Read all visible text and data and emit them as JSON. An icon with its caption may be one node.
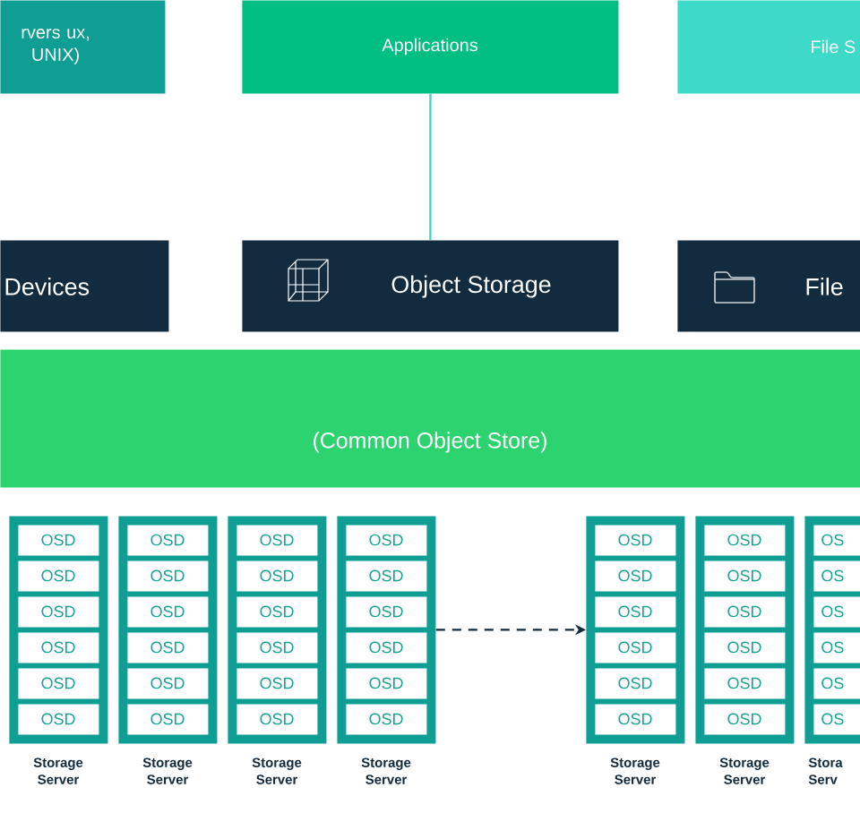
{
  "diagram": {
    "nodes": [
      {
        "text": [
          "rvers ux, UNIX)"
        ]
      },
      {
        "text": [
          "Applications"
        ]
      },
      {
        "text": [
          "File S"
        ]
      },
      {
        "text": [
          "Devices"
        ]
      },
      {
        "text": [
          "Object Storage"
        ]
      },
      {
        "text": [
          "File"
        ]
      },
      {
        "text": [
          "(Common Object Store)"
        ]
      },
      {
        "text": [
          "Storage Server"
        ]
      },
      {
        "text": [
          "OSD"
        ],
        "in": 7
      },
      {
        "text": [
          "OSD"
        ],
        "in": 7
      },
      {
        "text": [
          "OSD"
        ],
        "in": 7
      },
      {
        "text": [
          "OSD"
        ],
        "in": 7
      },
      {
        "text": [
          "OSD"
        ],
        "in": 7
      },
      {
        "text": [
          "OSD"
        ],
        "in": 7
      },
      {
        "text": [
          "Storage Server"
        ]
      },
      {
        "text": [
          "OSD"
        ],
        "in": 14
      },
      {
        "text": [
          "OSD"
        ],
        "in": 14
      },
      {
        "text": [
          "OSD"
        ],
        "in": 14
      },
      {
        "text": [
          "OSD"
        ],
        "in": 14
      },
      {
        "text": [
          "OSD"
        ],
        "in": 14
      },
      {
        "text": [
          "OSD"
        ],
        "in": 14
      },
      {
        "text": [
          "Storage Server"
        ]
      },
      {
        "text": [
          "OSD"
        ],
        "in": 21
      },
      {
        "text": [
          "OSD"
        ],
        "in": 21
      },
      {
        "text": [
          "OSD"
        ],
        "in": 21
      },
      {
        "text": [
          "OSD"
        ],
        "in": 21
      },
      {
        "text": [
          "OSD"
        ],
        "in": 21
      },
      {
        "text": [
          "OSD"
        ],
        "in": 21
      },
      {
        "text": [
          "Storage Server"
        ]
      },
      {
        "text": [
          "OSD"
        ],
        "in": 28
      },
      {
        "text": [
          "OSD"
        ],
        "in": 28
      },
      {
        "text": [
          "OSD"
        ],
        "in": 28
      },
      {
        "text": [
          "OSD"
        ],
        "in": 28
      },
      {
        "text": [
          "OSD"
        ],
        "in": 28
      },
      {
        "text": [
          "OSD"
        ],
        "in": 28
      },
      {
        "text": [
          "Storage Server"
        ]
      },
      {
        "text": [
          "OSD"
        ],
        "in": 35
      },
      {
        "text": [
          "OSD"
        ],
        "in": 35
      },
      {
        "text": [
          "OSD"
        ],
        "in": 35
      },
      {
        "text": [
          "OSD"
        ],
        "in": 35
      },
      {
        "text": [
          "OSD"
        ],
        "in": 35
      },
      {
        "text": [
          "OSD"
        ],
        "in": 35
      },
      {
        "text": [
          "Storage Server"
        ]
      },
      {
        "text": [
          "OSD"
        ],
        "in": 42
      },
      {
        "text": [
          "OSD"
        ],
        "in": 42
      },
      {
        "text": [
          "OSD"
        ],
        "in": 42
      },
      {
        "text": [
          "OSD"
        ],
        "in": 42
      },
      {
        "text": [
          "OSD"
        ],
        "in": 42
      },
      {
        "text": [
          "OSD"
        ],
        "in": 42
      },
      {
        "text": [
          "Stora Serv"
        ]
      },
      {
        "text": [
          "OS"
        ],
        "in": 49
      },
      {
        "text": [
          "OS"
        ],
        "in": 49
      },
      {
        "text": [
          "OS"
        ],
        "in": 49
      },
      {
        "text": [
          "OS"
        ],
        "in": 49
      },
      {
        "text": [
          "OS"
        ],
        "in": 49
      },
      {
        "text": [
          "OS"
        ],
        "in": 49
      }
    ],
    "edges": [
      {
        "from": 1,
        "to": 4,
        "arrow": "none",
        "color": "#3dd9c9"
      },
      {
        "from": 28,
        "to": 35,
        "arrow": "to",
        "style": "dashed",
        "color": "#132b3e"
      }
    ]
  }
}
